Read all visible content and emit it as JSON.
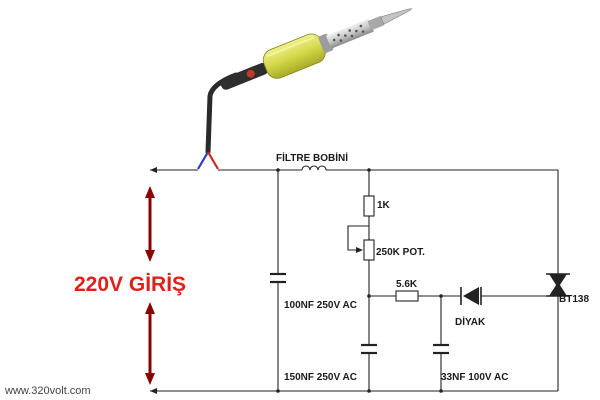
{
  "labels": {
    "coil": "FİLTRE BOBİNİ",
    "r1": "1K",
    "pot": "250K POT.",
    "r2": "5.6K",
    "diac": "DİYAK",
    "triac": "BT138",
    "c1": "100NF 250V AC",
    "c2": "150NF 250V AC",
    "c3": "33NF 100V AC",
    "input": "220V GİRİŞ",
    "watermark": "www.320volt.com"
  },
  "colors": {
    "input_text": "#e0201a",
    "arrow": "#8b0000",
    "handle": "#d4d84a",
    "cable": "#2a2a2a",
    "wire_red": "#d0281e",
    "wire_blue": "#2a3bd0"
  },
  "icons": [
    "soldering-iron-icon",
    "inductor-icon",
    "resistor-icon",
    "potentiometer-icon",
    "capacitor-icon",
    "diac-icon",
    "triac-icon",
    "double-arrow-icon"
  ]
}
